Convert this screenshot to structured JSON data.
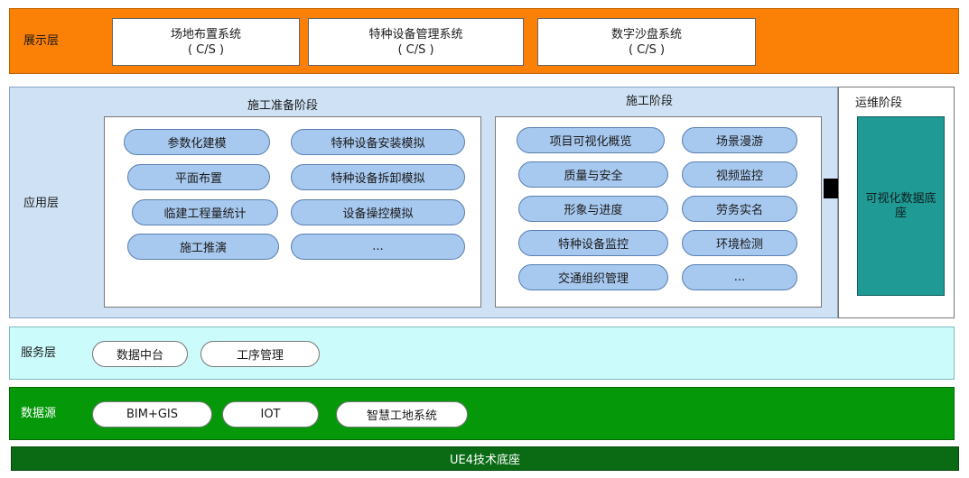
{
  "display_layer": {
    "label": "展示层",
    "systems": [
      {
        "name": "场地布置系统",
        "sub": "( C/S )"
      },
      {
        "name": "特种设备管理系统",
        "sub": "( C/S )"
      },
      {
        "name": "数字沙盘系统",
        "sub": "( C/S )"
      }
    ]
  },
  "application_layer": {
    "label": "应用层",
    "prep_phase": {
      "title": "施工准备阶段",
      "left_items": [
        "参数化建模",
        "平面布置",
        "临建工程量统计",
        "施工推演"
      ],
      "right_items": [
        "特种设备安装模拟",
        "特种设备拆卸模拟",
        "设备操控模拟",
        "..."
      ]
    },
    "construction_phase": {
      "title": "施工阶段",
      "left_items": [
        "项目可视化概览",
        "质量与安全",
        "形象与进度",
        "特种设备监控",
        "交通组织管理"
      ],
      "right_items": [
        "场景漫游",
        "视频监控",
        "劳务实名",
        "环境检测",
        "..."
      ]
    },
    "ops_phase": {
      "title": "运维阶段",
      "block": "可视化数据底座"
    }
  },
  "service_layer": {
    "label": "服务层",
    "items": [
      "数据中台",
      "工序管理"
    ]
  },
  "data_source_layer": {
    "label": "数据源",
    "items": [
      "BIM+GIS",
      "IOT",
      "智慧工地系统"
    ]
  },
  "base": {
    "label": "UE4技术底座"
  },
  "colors": {
    "display": "#fb8006",
    "application": "#cfe2f5",
    "pill": "#a7c8ef",
    "ops_block": "#1f9a94",
    "service": "#ccfbfc",
    "data_source": "#05990a",
    "base": "#0a6b14"
  }
}
